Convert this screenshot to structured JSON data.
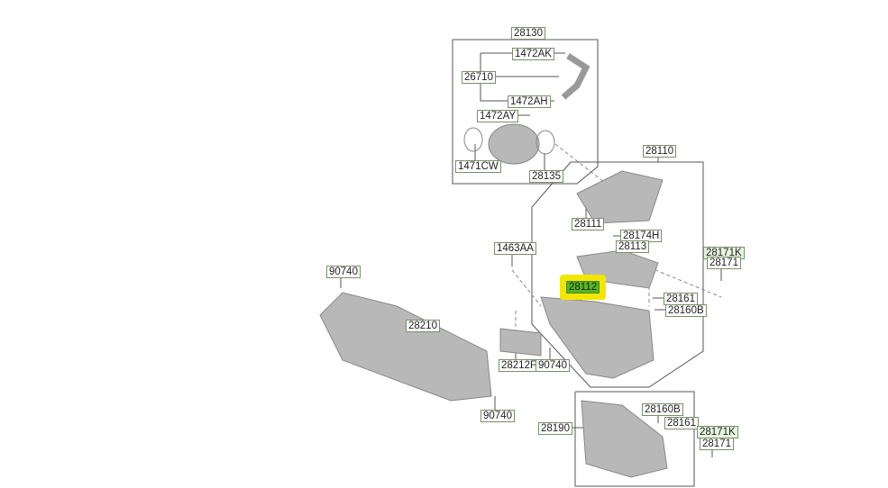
{
  "diagram": {
    "group_28130": {
      "title": "28130",
      "labels": [
        "1472AK",
        "26710",
        "1472AH",
        "1472AY",
        "1471CW",
        "28135"
      ]
    },
    "group_28110": {
      "title": "28110",
      "labels": [
        "28111",
        "28174H",
        "28113",
        "28112",
        "28161",
        "28160B"
      ]
    },
    "group_28190": {
      "title": "28190",
      "labels": [
        "28160B",
        "28161",
        "28171K",
        "28171"
      ]
    },
    "standalone": [
      "1463AA",
      "28171K",
      "28171",
      "90740",
      "28210",
      "28212F",
      "90740",
      "90740"
    ],
    "highlighted_part": "28112",
    "highlight_color": "#f2e600"
  }
}
